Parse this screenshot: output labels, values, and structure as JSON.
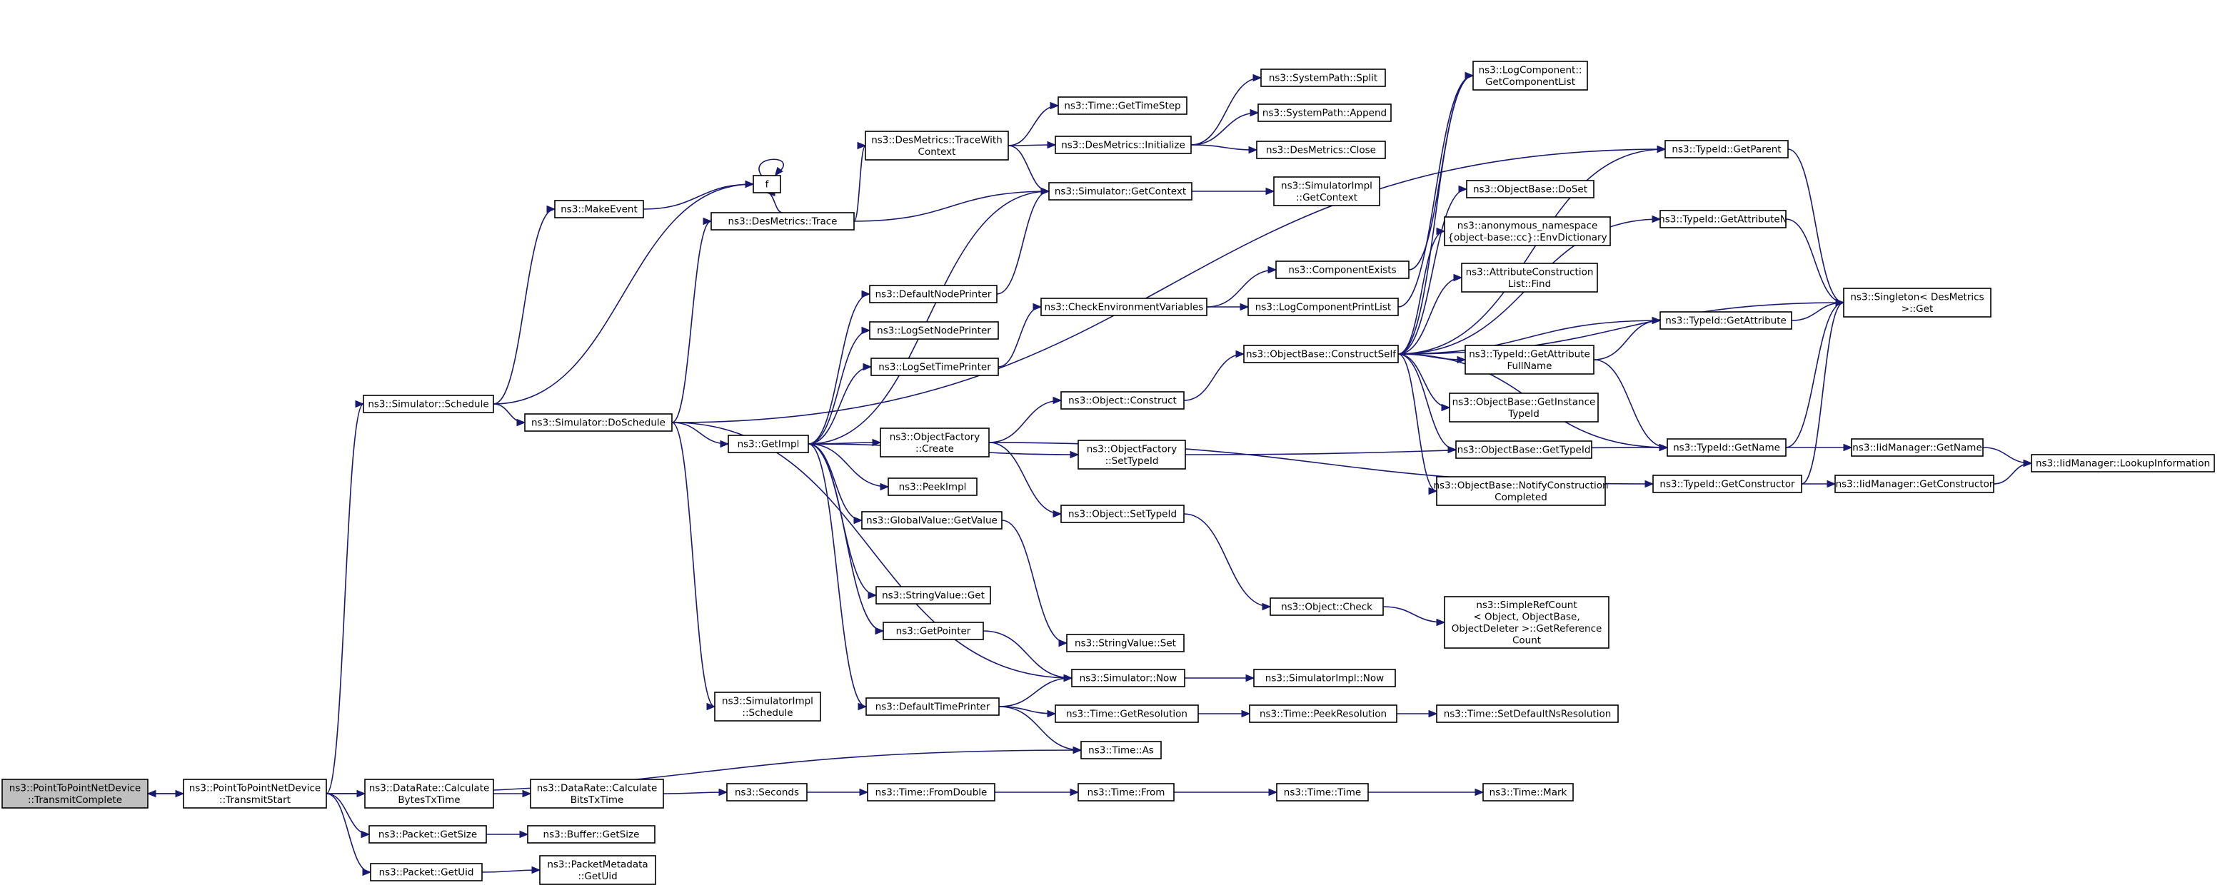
{
  "graph": {
    "colors": {
      "edge": "#191970",
      "node_border": "#000000",
      "node_fill": "#ffffff",
      "root_fill": "#bfbfbf",
      "truncated_border": "#ff0000"
    },
    "nodes": [
      {
        "id": "tc",
        "lines": [
          "ns3::PointToPointNetDevice",
          "::TransmitComplete"
        ],
        "style": "root"
      },
      {
        "id": "ts",
        "lines": [
          "ns3::PointToPointNetDevice",
          "::TransmitStart"
        ]
      },
      {
        "id": "sched",
        "lines": [
          "ns3::Simulator::Schedule"
        ]
      },
      {
        "id": "dosched",
        "lines": [
          "ns3::Simulator::DoSchedule"
        ]
      },
      {
        "id": "makeev",
        "lines": [
          "ns3::MakeEvent"
        ]
      },
      {
        "id": "f",
        "lines": [
          "f"
        ]
      },
      {
        "id": "dtrace",
        "lines": [
          "ns3::DesMetrics::Trace"
        ]
      },
      {
        "id": "dtwc",
        "lines": [
          "ns3::DesMetrics::TraceWith",
          "Context"
        ]
      },
      {
        "id": "gettimestep",
        "lines": [
          "ns3::Time::GetTimeStep"
        ]
      },
      {
        "id": "dinit",
        "lines": [
          "ns3::DesMetrics::Initialize"
        ]
      },
      {
        "id": "spsplit",
        "lines": [
          "ns3::SystemPath::Split"
        ]
      },
      {
        "id": "spappend",
        "lines": [
          "ns3::SystemPath::Append"
        ]
      },
      {
        "id": "dclose",
        "lines": [
          "ns3::DesMetrics::Close"
        ]
      },
      {
        "id": "simgetctx",
        "lines": [
          "ns3::Simulator::GetContext"
        ]
      },
      {
        "id": "simimplgetctx",
        "lines": [
          "ns3::SimulatorImpl",
          "::GetContext"
        ]
      },
      {
        "id": "logcomplist",
        "lines": [
          "ns3::LogComponent::",
          "GetComponentList"
        ]
      },
      {
        "id": "tidgetparent",
        "lines": [
          "ns3::TypeId::GetParent"
        ],
        "style": "truncated"
      },
      {
        "id": "tidgetattrn",
        "lines": [
          "ns3::TypeId::GetAttributeN"
        ],
        "style": "truncated"
      },
      {
        "id": "singleton",
        "lines": [
          "ns3::Singleton< DesMetrics",
          " >::Get"
        ]
      },
      {
        "id": "obdoset",
        "lines": [
          "ns3::ObjectBase::DoSet"
        ]
      },
      {
        "id": "envdict",
        "lines": [
          "ns3::anonymous_namespace",
          "{object-base::cc}::EnvDictionary"
        ]
      },
      {
        "id": "compexists",
        "lines": [
          "ns3::ComponentExists"
        ]
      },
      {
        "id": "attrconstr",
        "lines": [
          "ns3::AttributeConstruction",
          "List::Find"
        ]
      },
      {
        "id": "checkenv",
        "lines": [
          "ns3::CheckEnvironmentVariables"
        ]
      },
      {
        "id": "logcompprint",
        "lines": [
          "ns3::LogComponentPrintList"
        ]
      },
      {
        "id": "tidgetattr",
        "lines": [
          "ns3::TypeId::GetAttribute"
        ],
        "style": "truncated"
      },
      {
        "id": "obconstructself",
        "lines": [
          "ns3::ObjectBase::ConstructSelf"
        ]
      },
      {
        "id": "tidgetattrfull",
        "lines": [
          "ns3::TypeId::GetAttribute",
          "FullName"
        ]
      },
      {
        "id": "defnodeprinter",
        "lines": [
          "ns3::DefaultNodePrinter"
        ]
      },
      {
        "id": "logsetnodeprinter",
        "lines": [
          "ns3::LogSetNodePrinter"
        ]
      },
      {
        "id": "logsettimeprinter",
        "lines": [
          "ns3::LogSetTimePrinter"
        ]
      },
      {
        "id": "objconstruct",
        "lines": [
          "ns3::Object::Construct"
        ]
      },
      {
        "id": "obgetinstancetid",
        "lines": [
          "ns3::ObjectBase::GetInstance",
          "TypeId"
        ]
      },
      {
        "id": "getimpl",
        "lines": [
          "ns3::GetImpl"
        ]
      },
      {
        "id": "objfactcreate",
        "lines": [
          "ns3::ObjectFactory",
          "::Create"
        ]
      },
      {
        "id": "objfactsettid",
        "lines": [
          "ns3::ObjectFactory",
          "::SetTypeId"
        ]
      },
      {
        "id": "obgettid",
        "lines": [
          "ns3::ObjectBase::GetTypeId"
        ],
        "style": "truncated"
      },
      {
        "id": "tidgetname",
        "lines": [
          "ns3::TypeId::GetName"
        ]
      },
      {
        "id": "iidgetname",
        "lines": [
          "ns3::IidManager::GetName"
        ]
      },
      {
        "id": "iidlookup",
        "lines": [
          "ns3::IidManager::LookupInformation"
        ]
      },
      {
        "id": "peekimpl",
        "lines": [
          "ns3::PeekImpl"
        ]
      },
      {
        "id": "obnotify",
        "lines": [
          "ns3::ObjectBase::NotifyConstruction",
          "Completed"
        ]
      },
      {
        "id": "tidgetconstructor",
        "lines": [
          "ns3::TypeId::GetConstructor"
        ]
      },
      {
        "id": "iidgetconstructor",
        "lines": [
          "ns3::IidManager::GetConstructor"
        ]
      },
      {
        "id": "gvgetvalue",
        "lines": [
          "ns3::GlobalValue::GetValue"
        ]
      },
      {
        "id": "objsettid",
        "lines": [
          "ns3::Object::SetTypeId"
        ]
      },
      {
        "id": "svget",
        "lines": [
          "ns3::StringValue::Get"
        ]
      },
      {
        "id": "objcheck",
        "lines": [
          "ns3::Object::Check"
        ]
      },
      {
        "id": "simplerefcount",
        "lines": [
          "ns3::SimpleRefCount",
          "< Object, ObjectBase,",
          "ObjectDeleter >::GetReference",
          "Count"
        ]
      },
      {
        "id": "getpointer",
        "lines": [
          "ns3::GetPointer"
        ]
      },
      {
        "id": "svset",
        "lines": [
          "ns3::StringValue::Set"
        ]
      },
      {
        "id": "simimplsched",
        "lines": [
          "ns3::SimulatorImpl",
          "::Schedule"
        ]
      },
      {
        "id": "simnow",
        "lines": [
          "ns3::Simulator::Now"
        ]
      },
      {
        "id": "simimplnow",
        "lines": [
          "ns3::SimulatorImpl::Now"
        ]
      },
      {
        "id": "deftimeprinter",
        "lines": [
          "ns3::DefaultTimePrinter"
        ]
      },
      {
        "id": "timegetres",
        "lines": [
          "ns3::Time::GetResolution"
        ]
      },
      {
        "id": "timepeekres",
        "lines": [
          "ns3::Time::PeekResolution"
        ]
      },
      {
        "id": "timesetdefns",
        "lines": [
          "ns3::Time::SetDefaultNsResolution"
        ],
        "style": "truncated"
      },
      {
        "id": "timeas",
        "lines": [
          "ns3::Time::As"
        ]
      },
      {
        "id": "drbytes",
        "lines": [
          "ns3::DataRate::Calculate",
          "BytesTxTime"
        ]
      },
      {
        "id": "drbits",
        "lines": [
          "ns3::DataRate::Calculate",
          "BitsTxTime"
        ]
      },
      {
        "id": "seconds",
        "lines": [
          "ns3::Seconds"
        ]
      },
      {
        "id": "timefromdouble",
        "lines": [
          "ns3::Time::FromDouble"
        ]
      },
      {
        "id": "timefrom",
        "lines": [
          "ns3::Time::From"
        ]
      },
      {
        "id": "timetime",
        "lines": [
          "ns3::Time::Time"
        ]
      },
      {
        "id": "timemark",
        "lines": [
          "ns3::Time::Mark"
        ]
      },
      {
        "id": "pktgetsize",
        "lines": [
          "ns3::Packet::GetSize"
        ]
      },
      {
        "id": "bufgetsize",
        "lines": [
          "ns3::Buffer::GetSize"
        ]
      },
      {
        "id": "pktgetuid",
        "lines": [
          "ns3::Packet::GetUid"
        ]
      },
      {
        "id": "pmgetuid",
        "lines": [
          "ns3::PacketMetadata",
          "::GetUid"
        ]
      }
    ],
    "edges": [
      [
        "ts",
        "tc"
      ],
      [
        "tc",
        "ts"
      ],
      [
        "ts",
        "sched"
      ],
      [
        "ts",
        "timeas"
      ],
      [
        "ts",
        "drbytes"
      ],
      [
        "ts",
        "pktgetsize"
      ],
      [
        "ts",
        "pktgetuid"
      ],
      [
        "sched",
        "makeev"
      ],
      [
        "sched",
        "f"
      ],
      [
        "sched",
        "dosched"
      ],
      [
        "makeev",
        "f"
      ],
      [
        "f",
        "f"
      ],
      [
        "dosched",
        "dtrace"
      ],
      [
        "dosched",
        "tidgetparent"
      ],
      [
        "dosched",
        "getimpl"
      ],
      [
        "dosched",
        "simimplsched"
      ],
      [
        "dosched",
        "simnow"
      ],
      [
        "dtrace",
        "f"
      ],
      [
        "dtrace",
        "dtwc"
      ],
      [
        "dtrace",
        "simgetctx"
      ],
      [
        "dtwc",
        "gettimestep"
      ],
      [
        "dtwc",
        "dinit"
      ],
      [
        "dtwc",
        "simgetctx"
      ],
      [
        "dinit",
        "spsplit"
      ],
      [
        "dinit",
        "spappend"
      ],
      [
        "dinit",
        "dclose"
      ],
      [
        "simgetctx",
        "simimplgetctx"
      ],
      [
        "getimpl",
        "simgetctx"
      ],
      [
        "getimpl",
        "defnodeprinter"
      ],
      [
        "getimpl",
        "logsetnodeprinter"
      ],
      [
        "getimpl",
        "logsettimeprinter"
      ],
      [
        "getimpl",
        "objfactcreate"
      ],
      [
        "getimpl",
        "objfactsettid"
      ],
      [
        "getimpl",
        "peekimpl"
      ],
      [
        "getimpl",
        "gvgetvalue"
      ],
      [
        "getimpl",
        "svget"
      ],
      [
        "getimpl",
        "getpointer"
      ],
      [
        "getimpl",
        "deftimeprinter"
      ],
      [
        "defnodeprinter",
        "simgetctx"
      ],
      [
        "logsettimeprinter",
        "checkenv"
      ],
      [
        "checkenv",
        "compexists"
      ],
      [
        "checkenv",
        "logcompprint"
      ],
      [
        "compexists",
        "logcomplist"
      ],
      [
        "logcompprint",
        "logcomplist"
      ],
      [
        "objfactcreate",
        "objconstruct"
      ],
      [
        "objfactcreate",
        "objsettid"
      ],
      [
        "objfactcreate",
        "tidgetconstructor"
      ],
      [
        "objconstruct",
        "obconstructself"
      ],
      [
        "obconstructself",
        "logcomplist"
      ],
      [
        "obconstructself",
        "tidgetparent"
      ],
      [
        "obconstructself",
        "tidgetattrn"
      ],
      [
        "obconstructself",
        "singleton"
      ],
      [
        "obconstructself",
        "obdoset"
      ],
      [
        "obconstructself",
        "envdict"
      ],
      [
        "obconstructself",
        "attrconstr"
      ],
      [
        "obconstructself",
        "tidgetattr"
      ],
      [
        "obconstructself",
        "tidgetattrfull"
      ],
      [
        "obconstructself",
        "obgetinstancetid"
      ],
      [
        "obconstructself",
        "obgettid"
      ],
      [
        "obconstructself",
        "obnotify"
      ],
      [
        "obconstructself",
        "tidgetname"
      ],
      [
        "tidgetparent",
        "singleton"
      ],
      [
        "tidgetattrn",
        "singleton"
      ],
      [
        "tidgetattr",
        "singleton"
      ],
      [
        "tidgetattrfull",
        "tidgetattr"
      ],
      [
        "tidgetattrfull",
        "tidgetname"
      ],
      [
        "objfactsettid",
        "tidgetname"
      ],
      [
        "tidgetname",
        "singleton"
      ],
      [
        "tidgetname",
        "iidgetname"
      ],
      [
        "tidgetconstructor",
        "singleton"
      ],
      [
        "tidgetconstructor",
        "iidgetconstructor"
      ],
      [
        "iidgetname",
        "iidlookup"
      ],
      [
        "iidgetconstructor",
        "iidlookup"
      ],
      [
        "gvgetvalue",
        "svset"
      ],
      [
        "objsettid",
        "objcheck"
      ],
      [
        "objcheck",
        "simplerefcount"
      ],
      [
        "getpointer",
        "simnow"
      ],
      [
        "simnow",
        "simimplnow"
      ],
      [
        "deftimeprinter",
        "simnow"
      ],
      [
        "deftimeprinter",
        "timegetres"
      ],
      [
        "deftimeprinter",
        "timeas"
      ],
      [
        "timegetres",
        "timepeekres"
      ],
      [
        "timepeekres",
        "timesetdefns"
      ],
      [
        "drbytes",
        "drbits"
      ],
      [
        "drbits",
        "seconds"
      ],
      [
        "seconds",
        "timefromdouble"
      ],
      [
        "timefromdouble",
        "timefrom"
      ],
      [
        "timefrom",
        "timetime"
      ],
      [
        "timetime",
        "timemark"
      ],
      [
        "pktgetsize",
        "bufgetsize"
      ],
      [
        "pktgetuid",
        "pmgetuid"
      ]
    ]
  }
}
